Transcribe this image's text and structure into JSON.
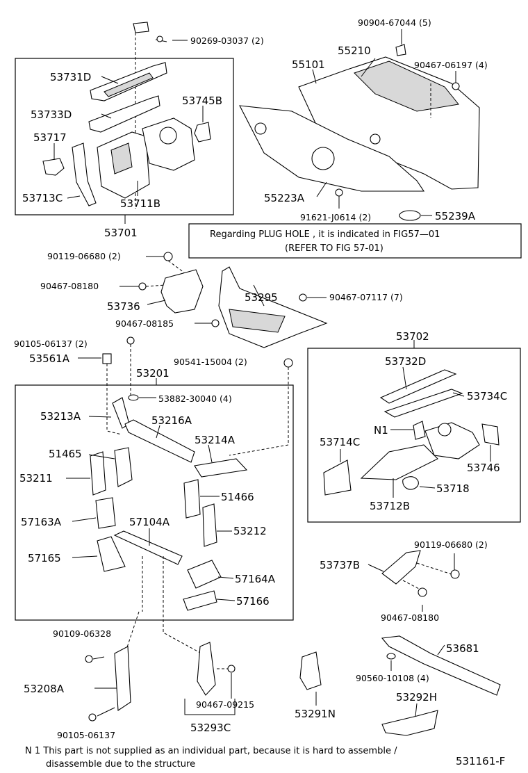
{
  "notice": {
    "line1": "Regarding  PLUG HOLE , it is indicated in FIG57—01",
    "line2": "(REFER TO FIG   57-01)"
  },
  "footnote": {
    "line1": "N 1 This part is not supplied as an individual part, because it is hard to assemble  /",
    "line2": "disassemble due to the structure"
  },
  "figure_code": "531161-F",
  "labels": {
    "p90269_03037": "90269-03037 (2)",
    "p53731D": "53731D",
    "p53733D": "53733D",
    "p53745B": "53745B",
    "p53717": "53717",
    "p53713C": "53713C",
    "p53711B": "53711B",
    "p53701": "53701",
    "p90904_67044": "90904-67044 (5)",
    "p55210": "55210",
    "p55101": "55101",
    "p90467_06197": "90467-06197 (4)",
    "p55223A": "55223A",
    "p91621_J0614": "91621-J0614 (2)",
    "p55239A": "55239A",
    "p90119_06680_a": "90119-06680 (2)",
    "p90467_08180_a": "90467-08180",
    "p53736": "53736",
    "p53295": "53295",
    "p90467_07117": "90467-07117 (7)",
    "p90467_08185": "90467-08185",
    "p90105_06137_a": "90105-06137 (2)",
    "p53561A": "53561A",
    "p90541_15004": "90541-15004 (2)",
    "p53201": "53201",
    "p53882_30040": "53882-30040 (4)",
    "p53213A": "53213A",
    "p53216A": "53216A",
    "p53214A": "53214A",
    "p51465": "51465",
    "p53211": "53211",
    "p51466": "51466",
    "p57163A": "57163A",
    "p57104A": "57104A",
    "p53212": "53212",
    "p57165": "57165",
    "p57164A": "57164A",
    "p57166": "57166",
    "p53702": "53702",
    "p53732D": "53732D",
    "p53734C": "53734C",
    "pN1": "N1",
    "p53714C": "53714C",
    "p53746": "53746",
    "p53718": "53718",
    "p53712B": "53712B",
    "p90119_06680_b": "90119-06680 (2)",
    "p53737B": "53737B",
    "p90467_08180_b": "90467-08180",
    "p90109_06328": "90109-06328",
    "p53208A": "53208A",
    "p90105_06137_b": "90105-06137",
    "p90467_09215": "90467-09215",
    "p53293C": "53293C",
    "p53291N": "53291N",
    "p53681": "53681",
    "p90560_10108": "90560-10108 (4)",
    "p53292H": "53292H"
  }
}
